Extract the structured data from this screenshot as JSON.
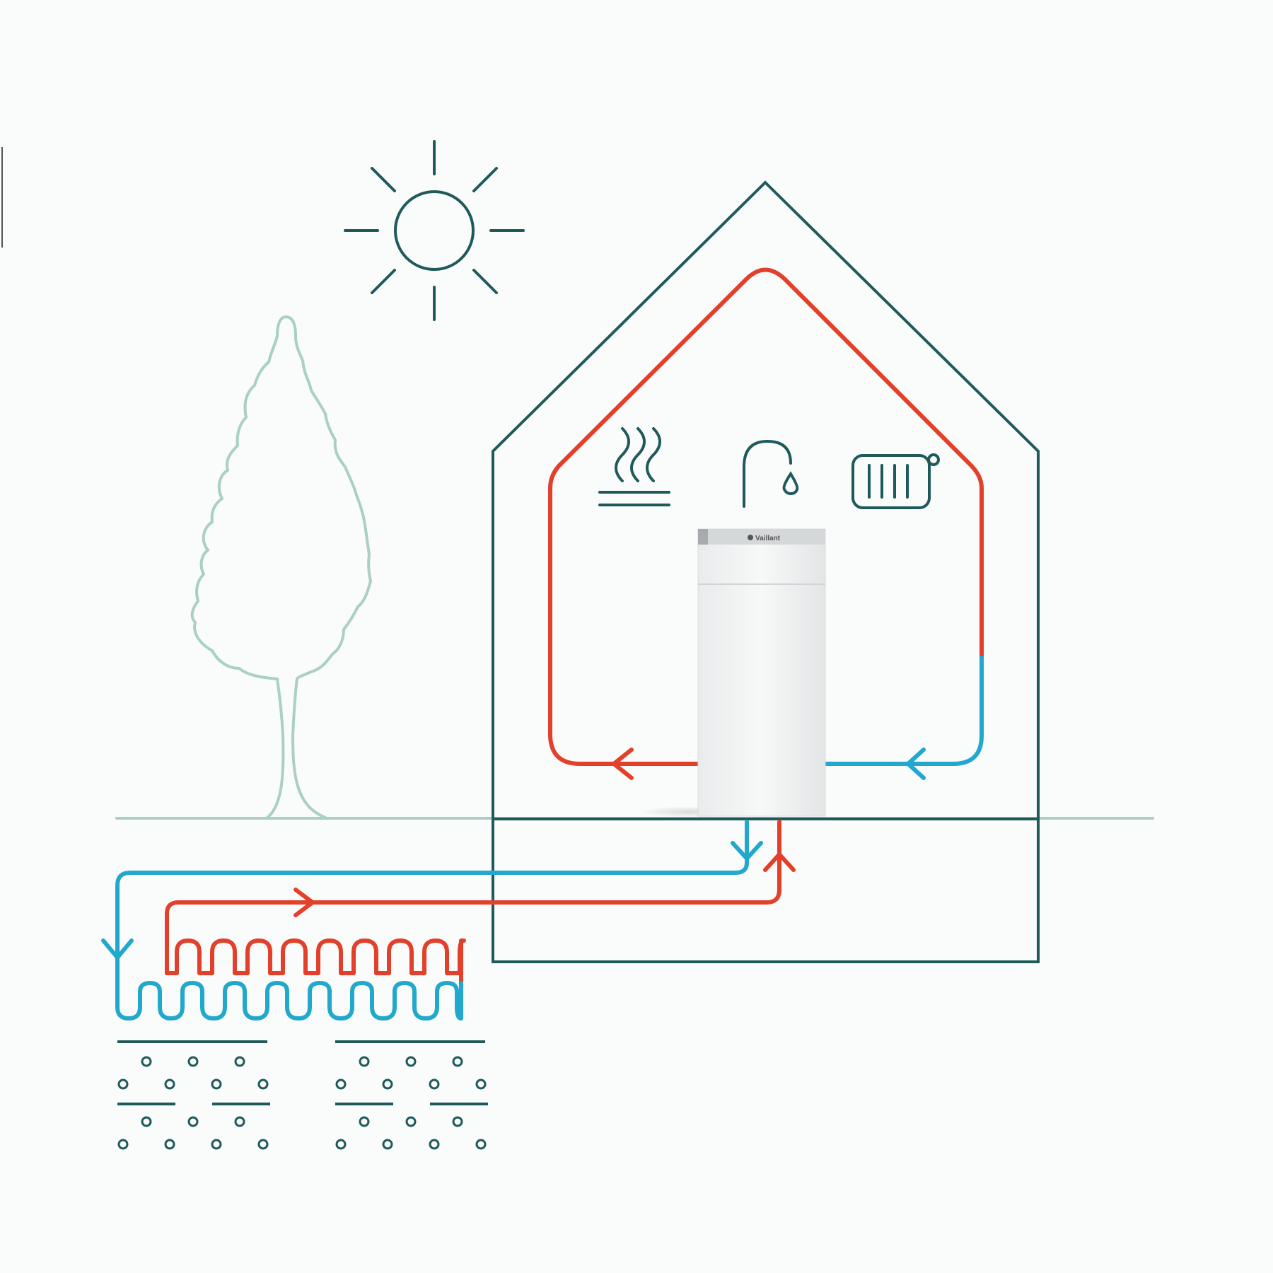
{
  "unit": {
    "brand_label": "Vaillant"
  },
  "colors": {
    "outline": "#1f5a5a",
    "tree": "#a9cfc6",
    "hot_flow": "#e2402a",
    "cold_flow": "#22a8cc",
    "background": "#fafbfb"
  },
  "icons": [
    "sun-icon",
    "tree-icon",
    "house-outline",
    "underfloor-heating-icon",
    "hot-water-tap-icon",
    "radiator-icon",
    "heat-pump-unit",
    "ground-collector-loop",
    "soil-layers"
  ]
}
